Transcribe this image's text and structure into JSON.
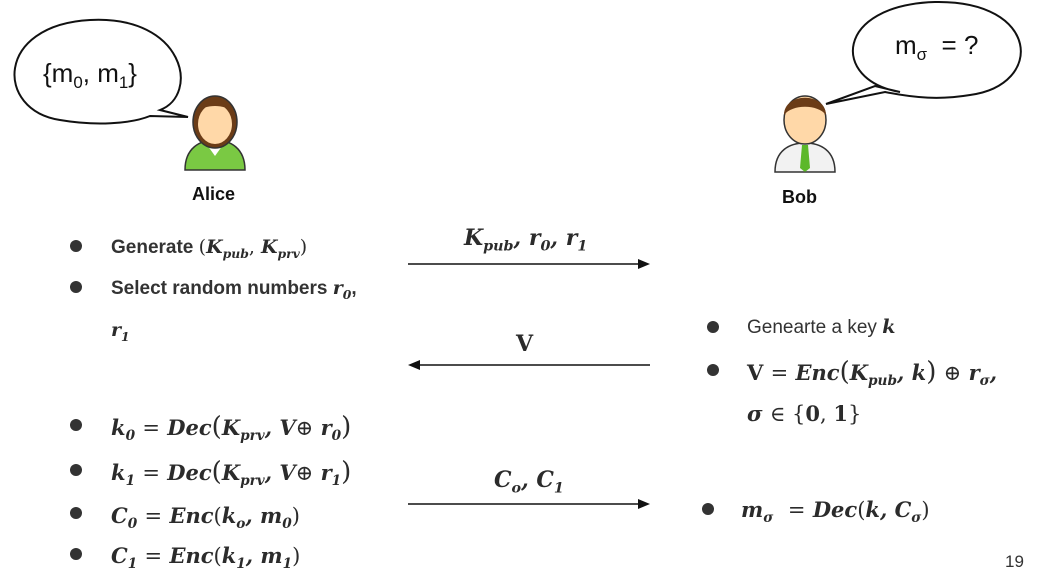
{
  "alice": {
    "name": "Alice",
    "bubble": "{m0, m1}",
    "steps": [
      {
        "text": "Generate (K_pub, K_prv)"
      },
      {
        "text": "Select random numbers r_0, r_1"
      },
      {
        "text": "k_0 = Dec(K_prv, V⊕ r_0)"
      },
      {
        "text": "k_1 = Dec(K_prv, V⊕ r_1)"
      },
      {
        "text": "C_0 = Enc(k_o, m_0)"
      },
      {
        "text": "C_1 = Enc(k_1, m_1)"
      }
    ]
  },
  "bob": {
    "name": "Bob",
    "bubble": "mσ = ?",
    "steps": [
      {
        "text": "Genearte a key k"
      },
      {
        "text": "V = Enc(K_pub, k) ⊕ r_σ, σ ∈ {0, 1}"
      },
      {
        "text": "m_σ = Dec(k, C_σ)"
      }
    ]
  },
  "messages": [
    {
      "label": "K_pub, r_0, r_1",
      "direction": "right"
    },
    {
      "label": "V",
      "direction": "left"
    },
    {
      "label": "C_o, C_1",
      "direction": "right"
    }
  ],
  "slide_number": "19"
}
